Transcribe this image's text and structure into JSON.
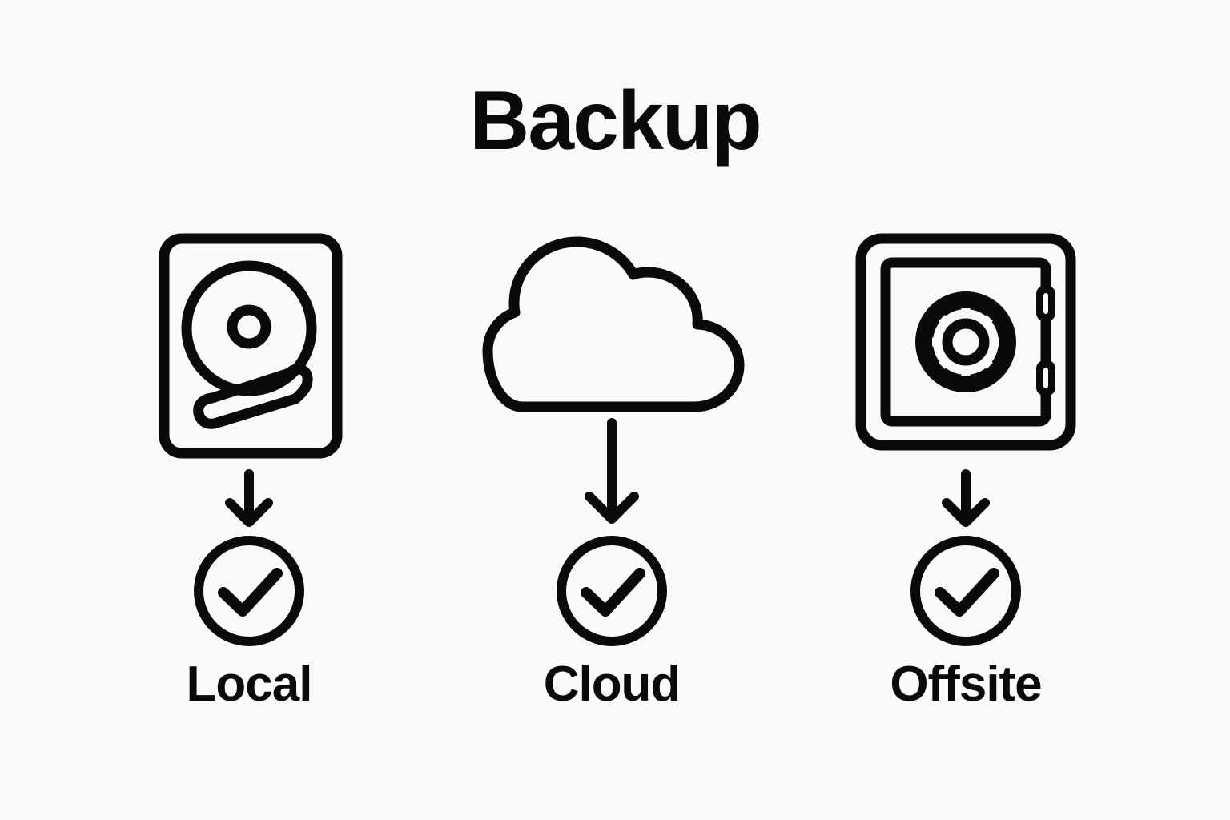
{
  "page": {
    "title": "Backup",
    "background_color": "#fafafa",
    "ink_color": "#0a0a0a",
    "style": "line-icon diagram"
  },
  "columns": [
    {
      "id": "local",
      "label": "Local",
      "icon": "hard-drive-icon",
      "arrow": "down-arrow-icon",
      "status": "check-circle-icon"
    },
    {
      "id": "cloud",
      "label": "Cloud",
      "icon": "cloud-icon",
      "arrow": "down-arrow-icon",
      "status": "check-circle-icon"
    },
    {
      "id": "offsite",
      "label": "Offsite",
      "icon": "safe-icon",
      "arrow": "down-arrow-icon",
      "status": "check-circle-icon"
    }
  ]
}
